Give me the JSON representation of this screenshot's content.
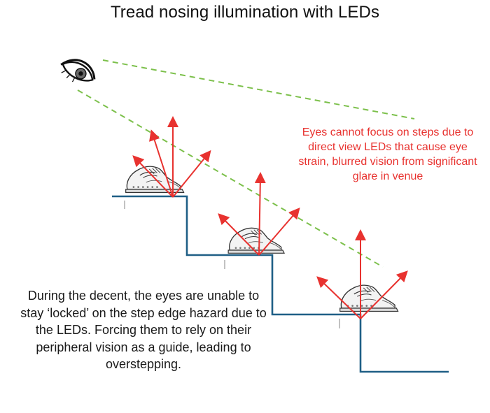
{
  "title": "Tread nosing illumination with LEDs",
  "red_note": "Eyes cannot focus on steps due to direct view LEDs that cause eye strain, blurred vision from significant glare in venue",
  "black_note": "During the decent, the eyes are unable to stay ‘locked’ on the step edge hazard due to the LEDs. Forcing them to rely on their peripheral vision as a guide, leading to overstepping.",
  "colors": {
    "stair": "#1f5f86",
    "arrows": "#e8322f",
    "sight_lines": "#7cc04b",
    "shoe": "#333333"
  },
  "icons": [
    "eye-icon",
    "shoe-icon"
  ]
}
